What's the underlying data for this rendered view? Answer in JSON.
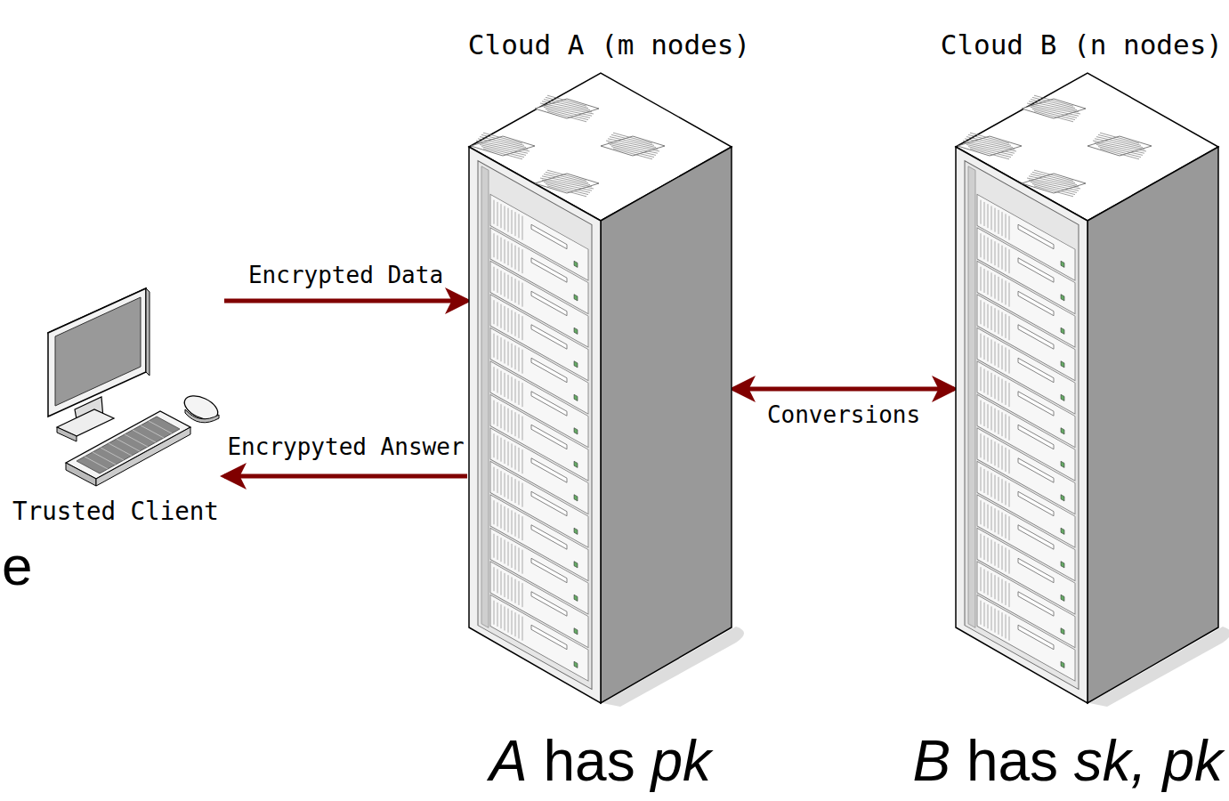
{
  "diagram": {
    "nodes": [
      {
        "text": [
          "Trusted Client"
        ]
      },
      {
        "text": [
          "Cloud A (m nodes)",
          "A has pk"
        ]
      },
      {
        "text": [
          "Cloud B (n nodes)",
          "B has sk, pk"
        ]
      }
    ],
    "edges": [
      {
        "from": 0,
        "to": 1,
        "label": "Encrypted Data",
        "arrow": "to"
      },
      {
        "from": 1,
        "to": 0,
        "label": "Encrypyted Answer",
        "arrow": "to"
      },
      {
        "from": 1,
        "to": 2,
        "label": "Conversions",
        "arrow": "both"
      }
    ],
    "labels": [
      "e"
    ]
  }
}
